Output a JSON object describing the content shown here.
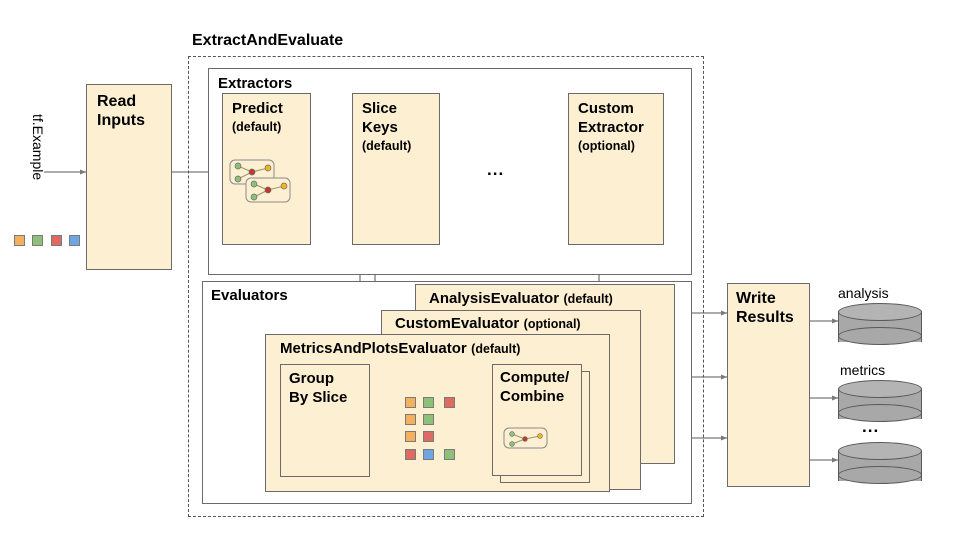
{
  "diagram": {
    "title_extract_and_evaluate": "ExtractAndEvaluate",
    "input_label": "tf.Example",
    "ellipsis": "...",
    "stages": {
      "read_inputs": {
        "line1": "Read",
        "line2": "Inputs"
      },
      "write_results": {
        "line1": "Write",
        "line2": "Results"
      }
    },
    "extractors": {
      "group_title": "Extractors",
      "items": [
        {
          "line1": "Predict",
          "line2": "",
          "qualifier": "(default)"
        },
        {
          "line1": "Slice",
          "line2": "Keys",
          "qualifier": "(default)"
        },
        {
          "line1": "Custom",
          "line2": "Extractor",
          "qualifier": "(optional)"
        }
      ]
    },
    "evaluators": {
      "group_title": "Evaluators",
      "items": [
        {
          "name": "AnalysisEvaluator",
          "qualifier": "(default)"
        },
        {
          "name": "CustomEvaluator",
          "qualifier": "(optional)"
        },
        {
          "name": "MetricsAndPlotsEvaluator",
          "qualifier": "(default)"
        }
      ],
      "inner": {
        "group_by_slice": {
          "line1": "Group",
          "line2": "By Slice"
        },
        "compute_combine": {
          "line1": "Compute/",
          "line2": "Combine"
        }
      }
    },
    "outputs": [
      {
        "label": "analysis"
      },
      {
        "label": "metrics"
      },
      {
        "label": "..."
      }
    ],
    "input_swatches": [
      "orange",
      "green",
      "red",
      "blue"
    ],
    "slice_swatch_rows": [
      [
        "orange",
        "green",
        "red"
      ],
      [
        "orange",
        "green"
      ],
      [
        "orange",
        "red"
      ],
      [
        "red",
        "blue",
        "green"
      ]
    ],
    "colors": {
      "box_fill": "#fdf0d2",
      "box_stroke": "#6b6b6b",
      "arrow": "#7a7a7a",
      "cylinder": "#a8a8a8",
      "swatch_orange": "#f3b05f",
      "swatch_green": "#8fc07a",
      "swatch_red": "#dd6b62",
      "swatch_blue": "#6fa5e2"
    }
  }
}
